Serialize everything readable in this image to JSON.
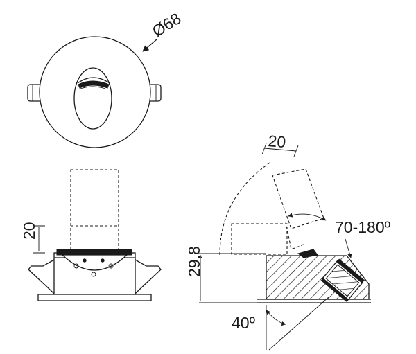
{
  "dimensions": {
    "diameter": "Ø68",
    "height_left": "20",
    "width_top": "20",
    "angle_range": "70-180º",
    "depth": "29,8",
    "tilt_angle": "40º"
  },
  "colors": {
    "line": "#1a1a1a",
    "background": "#ffffff"
  }
}
